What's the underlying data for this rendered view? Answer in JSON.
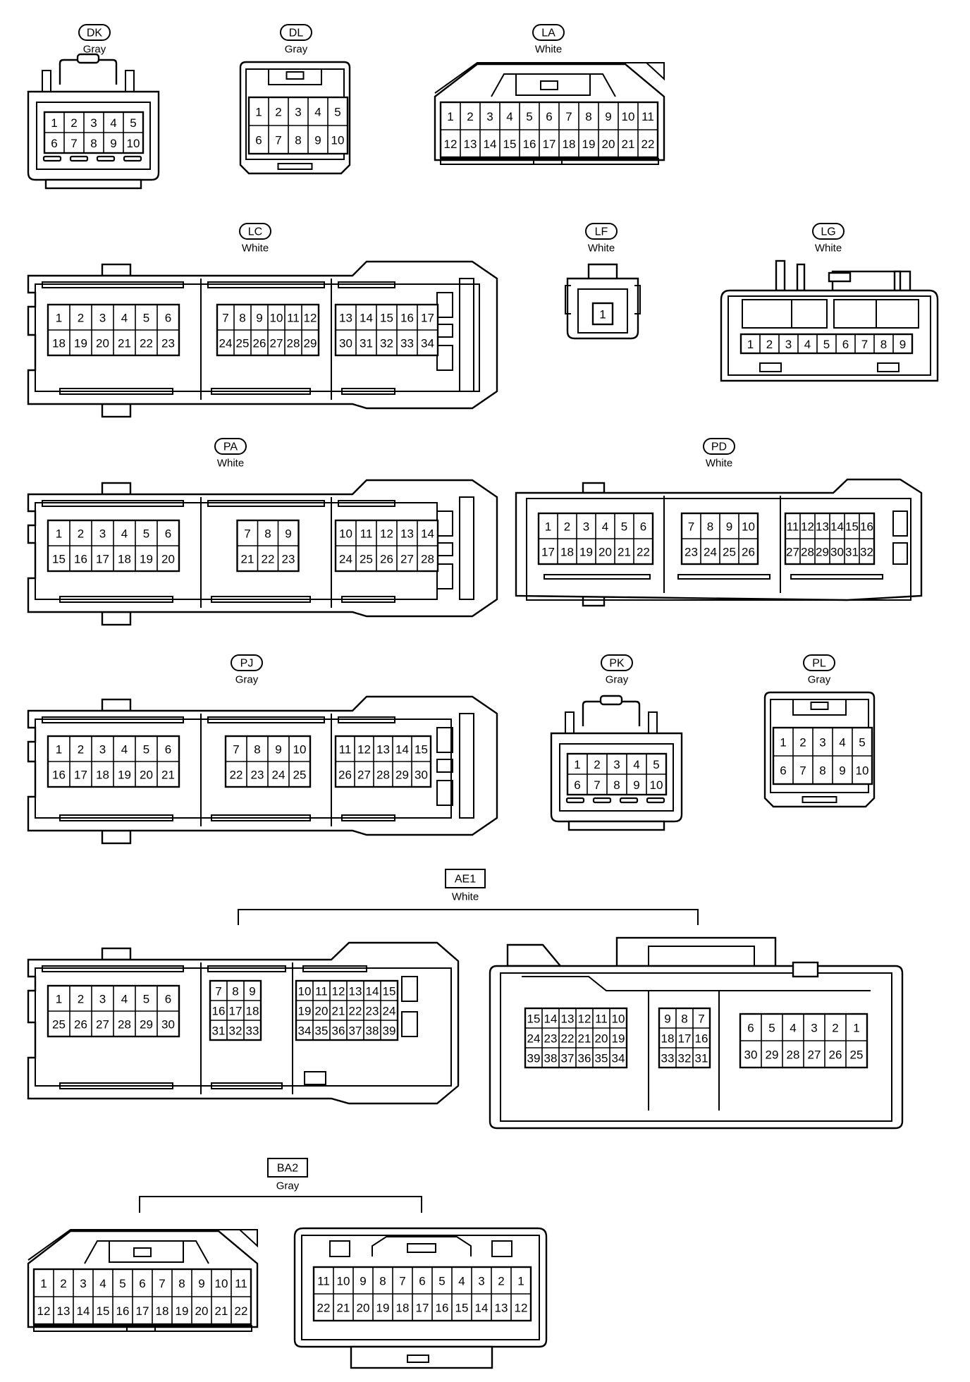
{
  "connectors": [
    {
      "id": "DK",
      "color": "Gray",
      "rows": [
        [
          "1",
          "2",
          "3",
          "4",
          "5"
        ],
        [
          "6",
          "7",
          "8",
          "9",
          "10"
        ]
      ]
    },
    {
      "id": "DL",
      "color": "Gray",
      "rows": [
        [
          "1",
          "2",
          "3",
          "4",
          "5"
        ],
        [
          "6",
          "7",
          "8",
          "9",
          "10"
        ]
      ]
    },
    {
      "id": "LA",
      "color": "White",
      "rows": [
        [
          "1",
          "2",
          "3",
          "4",
          "5",
          "6",
          "7",
          "8",
          "9",
          "10",
          "11"
        ],
        [
          "12",
          "13",
          "14",
          "15",
          "16",
          "17",
          "18",
          "19",
          "20",
          "21",
          "22"
        ]
      ]
    },
    {
      "id": "LC",
      "color": "White",
      "groups": [
        [
          [
            "1",
            "2",
            "3",
            "4",
            "5",
            "6"
          ],
          [
            "18",
            "19",
            "20",
            "21",
            "22",
            "23"
          ]
        ],
        [
          [
            "7",
            "8",
            "9",
            "10",
            "11",
            "12"
          ],
          [
            "24",
            "25",
            "26",
            "27",
            "28",
            "29"
          ]
        ],
        [
          [
            "13",
            "14",
            "15",
            "16",
            "17"
          ],
          [
            "30",
            "31",
            "32",
            "33",
            "34"
          ]
        ]
      ]
    },
    {
      "id": "LF",
      "color": "White",
      "rows": [
        [
          "1"
        ]
      ]
    },
    {
      "id": "LG",
      "color": "White",
      "rows": [
        [
          "1",
          "2",
          "3",
          "4",
          "5",
          "6",
          "7",
          "8",
          "9"
        ]
      ]
    },
    {
      "id": "PA",
      "color": "White",
      "groups": [
        [
          [
            "1",
            "2",
            "3",
            "4",
            "5",
            "6"
          ],
          [
            "15",
            "16",
            "17",
            "18",
            "19",
            "20"
          ]
        ],
        [
          [
            "7",
            "8",
            "9"
          ],
          [
            "21",
            "22",
            "23"
          ]
        ],
        [
          [
            "10",
            "11",
            "12",
            "13",
            "14"
          ],
          [
            "24",
            "25",
            "26",
            "27",
            "28"
          ]
        ]
      ]
    },
    {
      "id": "PD",
      "color": "White",
      "groups": [
        [
          [
            "1",
            "2",
            "3",
            "4",
            "5",
            "6"
          ],
          [
            "17",
            "18",
            "19",
            "20",
            "21",
            "22"
          ]
        ],
        [
          [
            "7",
            "8",
            "9",
            "10"
          ],
          [
            "23",
            "24",
            "25",
            "26"
          ]
        ],
        [
          [
            "11",
            "12",
            "13",
            "14",
            "15",
            "16"
          ],
          [
            "27",
            "28",
            "29",
            "30",
            "31",
            "32"
          ]
        ]
      ]
    },
    {
      "id": "PJ",
      "color": "Gray",
      "groups": [
        [
          [
            "1",
            "2",
            "3",
            "4",
            "5",
            "6"
          ],
          [
            "16",
            "17",
            "18",
            "19",
            "20",
            "21"
          ]
        ],
        [
          [
            "7",
            "8",
            "9",
            "10"
          ],
          [
            "22",
            "23",
            "24",
            "25"
          ]
        ],
        [
          [
            "11",
            "12",
            "13",
            "14",
            "15"
          ],
          [
            "26",
            "27",
            "28",
            "29",
            "30"
          ]
        ]
      ]
    },
    {
      "id": "PK",
      "color": "Gray",
      "rows": [
        [
          "1",
          "2",
          "3",
          "4",
          "5"
        ],
        [
          "6",
          "7",
          "8",
          "9",
          "10"
        ]
      ]
    },
    {
      "id": "PL",
      "color": "Gray",
      "rows": [
        [
          "1",
          "2",
          "3",
          "4",
          "5"
        ],
        [
          "6",
          "7",
          "8",
          "9",
          "10"
        ]
      ]
    },
    {
      "id": "AE1",
      "color": "White",
      "parts": [
        {
          "groups": [
            [
              [
                "1",
                "2",
                "3",
                "4",
                "5",
                "6"
              ],
              [
                "25",
                "26",
                "27",
                "28",
                "29",
                "30"
              ]
            ],
            [
              [
                "7",
                "8",
                "9"
              ],
              [
                "16",
                "17",
                "18"
              ],
              [
                "31",
                "32",
                "33"
              ]
            ],
            [
              [
                "10",
                "11",
                "12",
                "13",
                "14",
                "15"
              ],
              [
                "19",
                "20",
                "21",
                "22",
                "23",
                "24"
              ],
              [
                "34",
                "35",
                "36",
                "37",
                "38",
                "39"
              ]
            ]
          ]
        },
        {
          "groups": [
            [
              [
                "15",
                "14",
                "13",
                "12",
                "11",
                "10"
              ],
              [
                "24",
                "23",
                "22",
                "21",
                "20",
                "19"
              ],
              [
                "39",
                "38",
                "37",
                "36",
                "35",
                "34"
              ]
            ],
            [
              [
                "9",
                "8",
                "7"
              ],
              [
                "18",
                "17",
                "16"
              ],
              [
                "33",
                "32",
                "31"
              ]
            ],
            [
              [
                "6",
                "5",
                "4",
                "3",
                "2",
                "1"
              ],
              [
                "30",
                "29",
                "28",
                "27",
                "26",
                "25"
              ]
            ]
          ]
        }
      ]
    },
    {
      "id": "BA2",
      "color": "Gray",
      "parts": [
        {
          "rows": [
            [
              "1",
              "2",
              "3",
              "4",
              "5",
              "6",
              "7",
              "8",
              "9",
              "10",
              "11"
            ],
            [
              "12",
              "13",
              "14",
              "15",
              "16",
              "17",
              "18",
              "19",
              "20",
              "21",
              "22"
            ]
          ]
        },
        {
          "rows": [
            [
              "11",
              "10",
              "9",
              "8",
              "7",
              "6",
              "5",
              "4",
              "3",
              "2",
              "1"
            ],
            [
              "22",
              "21",
              "20",
              "19",
              "18",
              "17",
              "16",
              "15",
              "14",
              "13",
              "12"
            ]
          ]
        }
      ]
    }
  ]
}
